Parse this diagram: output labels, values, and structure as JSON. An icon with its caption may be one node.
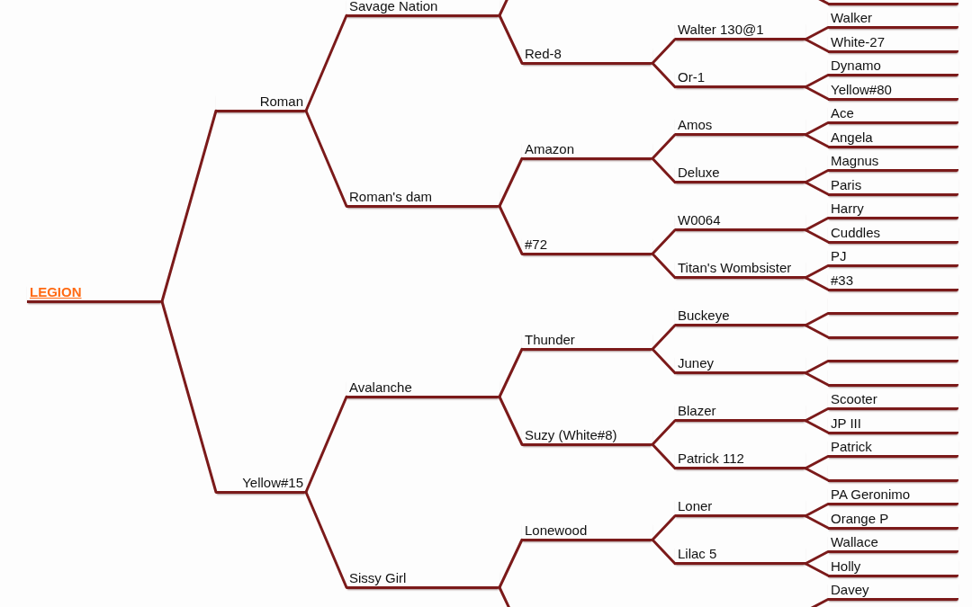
{
  "diagram": {
    "nodes": [
      {
        "text": [
          "LEGION"
        ]
      },
      {
        "text": [
          "Roman"
        ]
      },
      {
        "text": [
          "Savage Nation"
        ]
      },
      {
        "text": [],
        "shape": "line"
      },
      {
        "text": [
          "Red-8"
        ]
      },
      {
        "text": [
          "Walter 130@1"
        ]
      },
      {
        "text": [
          "Walker"
        ]
      },
      {
        "text": [
          "White-27"
        ]
      },
      {
        "text": [
          "Or-1"
        ]
      },
      {
        "text": [
          "Dynamo"
        ]
      },
      {
        "text": [
          "Yellow#80"
        ]
      },
      {
        "text": [
          "Roman's dam"
        ]
      },
      {
        "text": [
          "Amazon"
        ]
      },
      {
        "text": [
          "Amos"
        ]
      },
      {
        "text": [
          "Ace"
        ]
      },
      {
        "text": [
          "Angela"
        ]
      },
      {
        "text": [
          "Deluxe"
        ]
      },
      {
        "text": [
          "Magnus"
        ]
      },
      {
        "text": [
          "Paris"
        ]
      },
      {
        "text": [
          "#72"
        ]
      },
      {
        "text": [
          "W0064"
        ]
      },
      {
        "text": [
          "Harry"
        ]
      },
      {
        "text": [
          "Cuddles"
        ]
      },
      {
        "text": [
          "Titan's Wombsister"
        ]
      },
      {
        "text": [
          "PJ"
        ]
      },
      {
        "text": [
          "#33"
        ]
      },
      {
        "text": [
          "Yellow#15"
        ]
      },
      {
        "text": [
          "Avalanche"
        ]
      },
      {
        "text": [
          "Thunder"
        ]
      },
      {
        "text": [
          "Buckeye"
        ]
      },
      {
        "text": [],
        "shape": "line"
      },
      {
        "text": [],
        "shape": "line"
      },
      {
        "text": [
          "Juney"
        ]
      },
      {
        "text": [],
        "shape": "line"
      },
      {
        "text": [],
        "shape": "line"
      },
      {
        "text": [
          "Suzy (White#8)"
        ]
      },
      {
        "text": [
          "Blazer"
        ]
      },
      {
        "text": [
          "Scooter"
        ]
      },
      {
        "text": [
          "JP III"
        ]
      },
      {
        "text": [
          "Patrick 112"
        ]
      },
      {
        "text": [
          "Patrick"
        ]
      },
      {
        "text": [],
        "shape": "line"
      },
      {
        "text": [
          "Sissy Girl"
        ]
      },
      {
        "text": [
          "Lonewood"
        ]
      },
      {
        "text": [
          "Loner"
        ]
      },
      {
        "text": [
          "PA Geronimo"
        ]
      },
      {
        "text": [
          "Orange P"
        ]
      },
      {
        "text": [
          "Lilac 5"
        ]
      },
      {
        "text": [
          "Wallace"
        ]
      },
      {
        "text": [
          "Holly"
        ]
      },
      {
        "text": [
          "Davey"
        ]
      }
    ],
    "edges": [
      {
        "from": 0,
        "to": 1,
        "arrow": "none"
      },
      {
        "from": 0,
        "to": 26,
        "arrow": "none"
      },
      {
        "from": 1,
        "to": 2,
        "arrow": "none"
      },
      {
        "from": 1,
        "to": 11,
        "arrow": "none"
      },
      {
        "from": 2,
        "to": null,
        "arrow": "none"
      },
      {
        "from": 2,
        "to": 4,
        "arrow": "none"
      },
      {
        "from": null,
        "to": 3,
        "arrow": "none"
      },
      {
        "from": 4,
        "to": 5,
        "arrow": "none"
      },
      {
        "from": 4,
        "to": 8,
        "arrow": "none"
      },
      {
        "from": 5,
        "to": 6,
        "arrow": "none"
      },
      {
        "from": 5,
        "to": 7,
        "arrow": "none"
      },
      {
        "from": 8,
        "to": 9,
        "arrow": "none"
      },
      {
        "from": 8,
        "to": 10,
        "arrow": "none"
      },
      {
        "from": 11,
        "to": 12,
        "arrow": "none"
      },
      {
        "from": 11,
        "to": 19,
        "arrow": "none"
      },
      {
        "from": 12,
        "to": 13,
        "arrow": "none"
      },
      {
        "from": 12,
        "to": 16,
        "arrow": "none"
      },
      {
        "from": 13,
        "to": 14,
        "arrow": "none"
      },
      {
        "from": 13,
        "to": 15,
        "arrow": "none"
      },
      {
        "from": 16,
        "to": 17,
        "arrow": "none"
      },
      {
        "from": 16,
        "to": 18,
        "arrow": "none"
      },
      {
        "from": 19,
        "to": 20,
        "arrow": "none"
      },
      {
        "from": 19,
        "to": 23,
        "arrow": "none"
      },
      {
        "from": 20,
        "to": 21,
        "arrow": "none"
      },
      {
        "from": 20,
        "to": 22,
        "arrow": "none"
      },
      {
        "from": 23,
        "to": 24,
        "arrow": "none"
      },
      {
        "from": 23,
        "to": 25,
        "arrow": "none"
      },
      {
        "from": 26,
        "to": 27,
        "arrow": "none"
      },
      {
        "from": 26,
        "to": 42,
        "arrow": "none"
      },
      {
        "from": 27,
        "to": 28,
        "arrow": "none"
      },
      {
        "from": 27,
        "to": 35,
        "arrow": "none"
      },
      {
        "from": 28,
        "to": 29,
        "arrow": "none"
      },
      {
        "from": 28,
        "to": 32,
        "arrow": "none"
      },
      {
        "from": 29,
        "to": 30,
        "arrow": "none"
      },
      {
        "from": 29,
        "to": 31,
        "arrow": "none"
      },
      {
        "from": 32,
        "to": 33,
        "arrow": "none"
      },
      {
        "from": 32,
        "to": 34,
        "arrow": "none"
      },
      {
        "from": 35,
        "to": 36,
        "arrow": "none"
      },
      {
        "from": 35,
        "to": 39,
        "arrow": "none"
      },
      {
        "from": 36,
        "to": 37,
        "arrow": "none"
      },
      {
        "from": 36,
        "to": 38,
        "arrow": "none"
      },
      {
        "from": 39,
        "to": 40,
        "arrow": "none"
      },
      {
        "from": 39,
        "to": 41,
        "arrow": "none"
      },
      {
        "from": 42,
        "to": 43,
        "arrow": "none"
      },
      {
        "from": 42,
        "to": null,
        "arrow": "none"
      },
      {
        "from": 43,
        "to": 44,
        "arrow": "none"
      },
      {
        "from": 43,
        "to": 47,
        "arrow": "none"
      },
      {
        "from": 44,
        "to": 45,
        "arrow": "none"
      },
      {
        "from": 44,
        "to": 46,
        "arrow": "none"
      },
      {
        "from": 47,
        "to": 48,
        "arrow": "none"
      },
      {
        "from": 47,
        "to": 49,
        "arrow": "none"
      },
      {
        "from": null,
        "to": 50,
        "arrow": "none"
      }
    ]
  }
}
